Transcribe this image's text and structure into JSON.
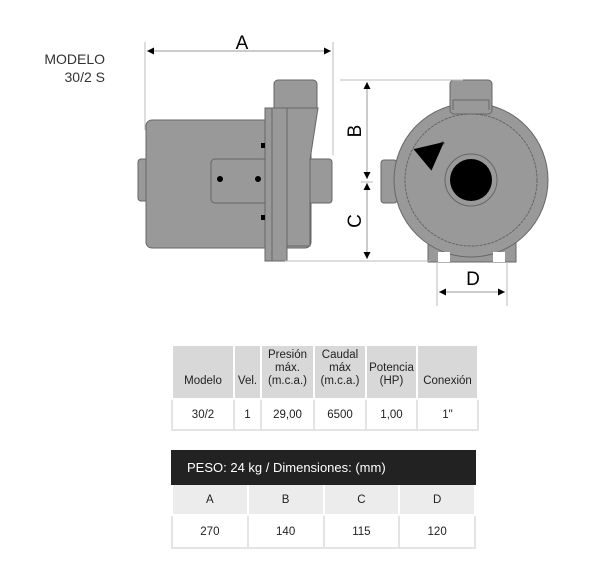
{
  "model": {
    "label": "MODELO",
    "name": "30/2 S"
  },
  "drawing": {
    "dims": [
      "A",
      "B",
      "C",
      "D"
    ],
    "fill": "#999999",
    "stroke": "#666666"
  },
  "specs": {
    "headers": [
      [
        "Modelo"
      ],
      [
        "Vel."
      ],
      [
        "Presión",
        "máx.",
        "(m.c.a.)"
      ],
      [
        "Caudal",
        "máx",
        "(m.c.a.)"
      ],
      [
        "Potencia",
        "(HP)"
      ],
      [
        "Conexión"
      ]
    ],
    "row": [
      "30/2",
      "1",
      "29,00",
      "6500",
      "1,00",
      "1\""
    ]
  },
  "dimensions": {
    "title": "PESO: 24 kg / Dimensiones: (mm)",
    "labels": [
      "A",
      "B",
      "C",
      "D"
    ],
    "values": [
      "270",
      "140",
      "115",
      "120"
    ]
  }
}
